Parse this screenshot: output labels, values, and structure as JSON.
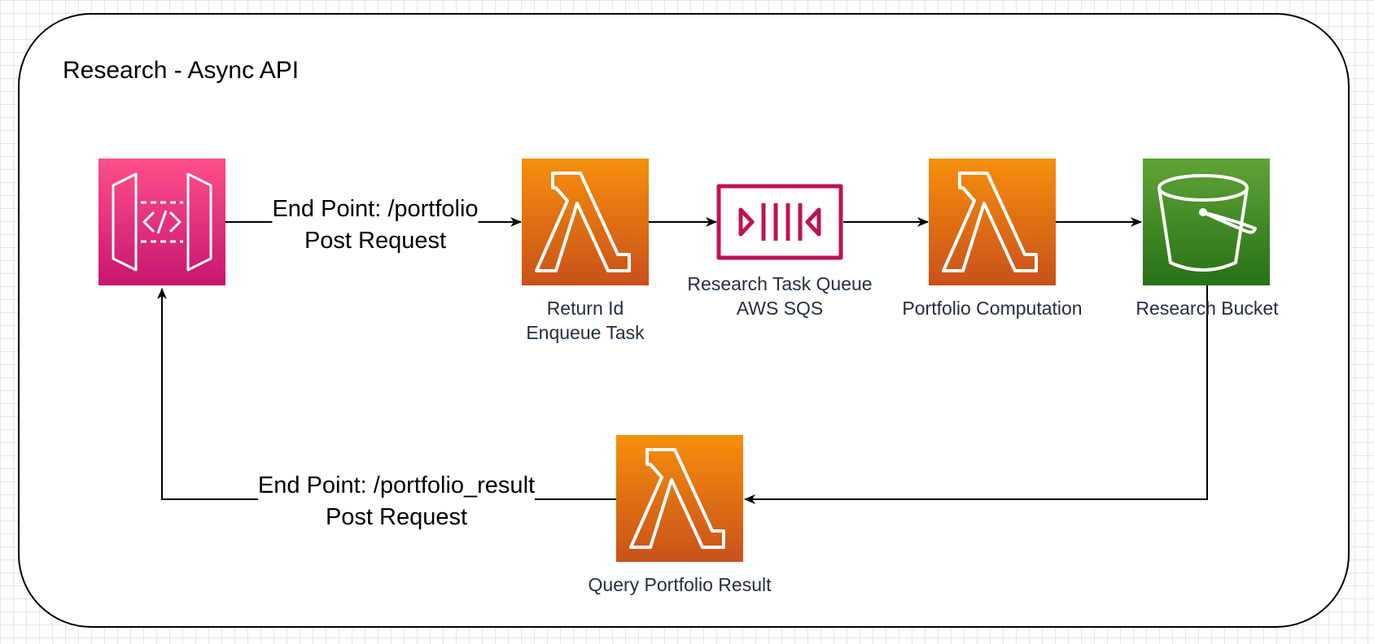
{
  "diagram": {
    "title": "Research - Async API",
    "nodes": {
      "api_gateway": {
        "icon": "api-gateway-icon",
        "color": "#e7157b"
      },
      "return_id": {
        "label_line1": "Return Id",
        "label_line2": "Enqueue Task",
        "icon": "lambda-icon",
        "color": "#ed7100"
      },
      "task_queue": {
        "label_line1": "Research Task Queue",
        "label_line2": "AWS SQS",
        "icon": "sqs-queue-icon",
        "color": "#bc1356"
      },
      "portfolio_computation": {
        "label": "Portfolio Computation",
        "icon": "lambda-icon",
        "color": "#ed7100"
      },
      "research_bucket": {
        "label": "Research Bucket",
        "icon": "s3-bucket-icon",
        "color": "#3f8624"
      },
      "query_result": {
        "label": "Query Portfolio Result",
        "icon": "lambda-icon",
        "color": "#ed7100"
      }
    },
    "edges": {
      "post_portfolio": {
        "line1": "End Point: /portfolio",
        "line2": "Post Request"
      },
      "post_portfolio_result": {
        "line1": "End Point: /portfolio_result",
        "line2": "Post Request"
      }
    }
  }
}
